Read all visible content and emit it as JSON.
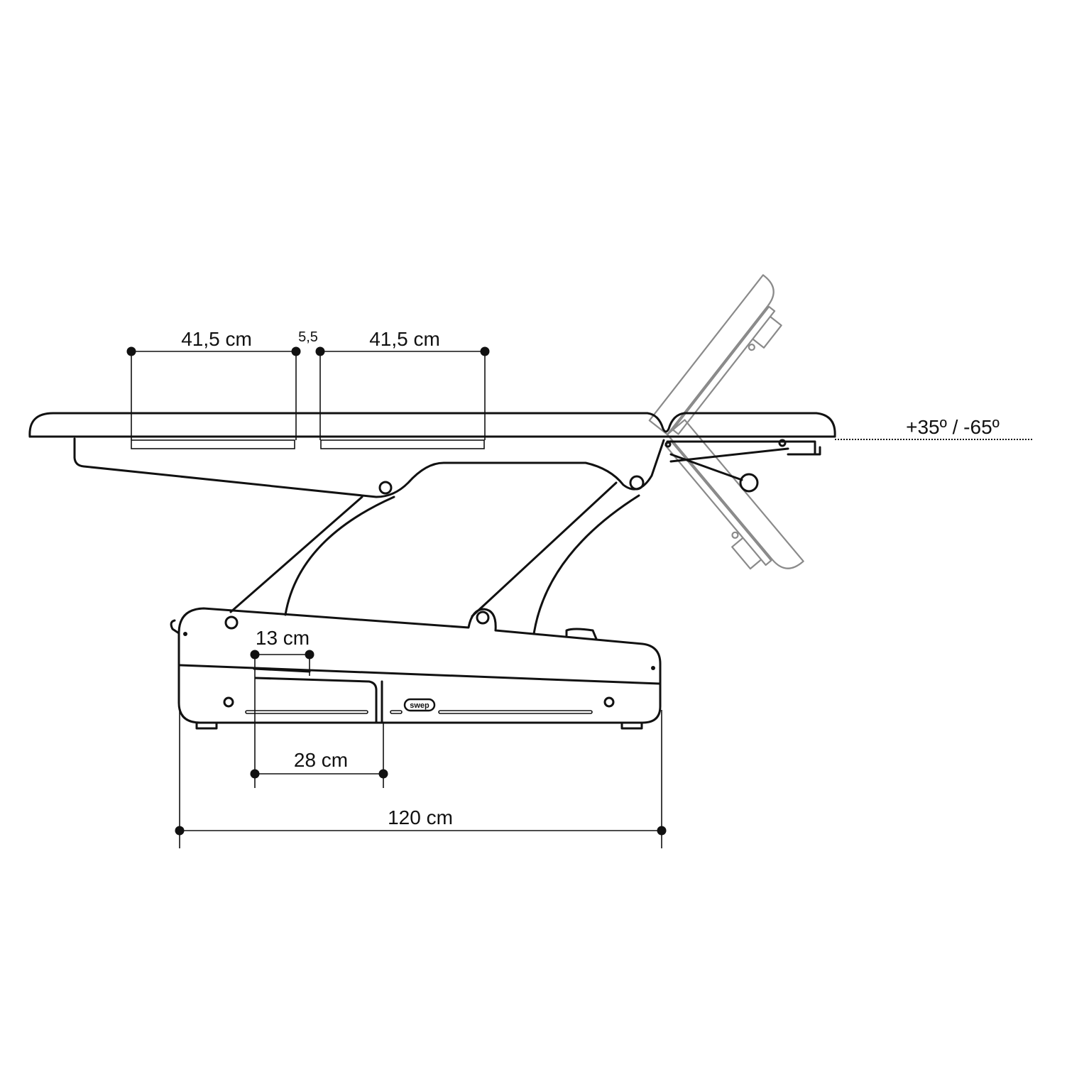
{
  "dimensions": {
    "backrest_length": "41,5 cm",
    "gap": "5,5",
    "seat_length": "41,5 cm",
    "headrest_angle": "+35º / -65º",
    "slot_width": "13 cm",
    "storage_depth": "28 cm",
    "base_length": "120 cm"
  },
  "logo": {
    "text": "swep"
  },
  "colors": {
    "line": "#111111",
    "ghost": "#8a8a8a",
    "background": "#ffffff"
  }
}
